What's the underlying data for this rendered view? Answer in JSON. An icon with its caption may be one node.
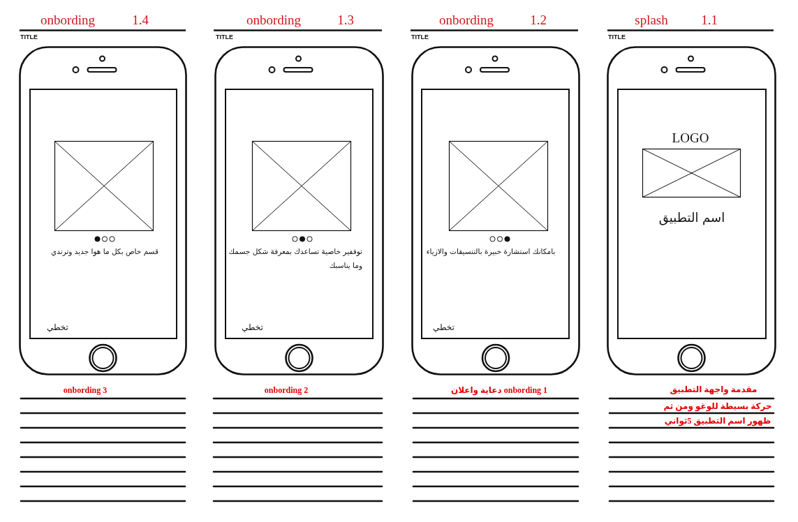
{
  "diagram": {
    "nodes": [
      {
        "text": [],
        "shape": "phone",
        "beside": [
          "مقدمة واجهة التطبيق",
          "حركة بسيطة للوغو ومن ثم",
          "ظهور اسم التطبيق 5ثواني"
        ]
      },
      {
        "text": [
          "LOGO",
          "اسم التطبيق"
        ],
        "in": 0
      },
      {
        "text": [],
        "shape": "box",
        "in": 1
      },
      {
        "text": [],
        "shape": "phone",
        "beside": [
          "onbording 1 دعاية واعلان"
        ]
      },
      {
        "text": [
          "بامكانك استشارة خبيرة بالتنسيقات والازياء",
          "تخطي"
        ],
        "in": 3
      },
      {
        "text": [],
        "shape": "box",
        "in": 4
      },
      {
        "text": [],
        "shape": "phone",
        "beside": [
          "onbording 2"
        ]
      },
      {
        "text": [
          "توففير خاصية تساعدك بمعرفة شكل جسمك وما يناسبك",
          "تخطي"
        ],
        "in": 6
      },
      {
        "text": [],
        "shape": "box",
        "in": 7
      },
      {
        "text": [],
        "shape": "phone",
        "beside": [
          "onbording 3"
        ]
      },
      {
        "text": [
          "قسم خاص بكل ما هوا جديد وترندي",
          "تخطي"
        ],
        "in": 9
      },
      {
        "text": [],
        "shape": "box",
        "in": 10
      }
    ],
    "labels": [
      "splash",
      "1.1",
      "TITLE",
      "onbording",
      "1.2",
      "TITLE",
      "onbording",
      "1.3",
      "TITLE",
      "onbording",
      "1.4",
      "TITLE"
    ]
  }
}
